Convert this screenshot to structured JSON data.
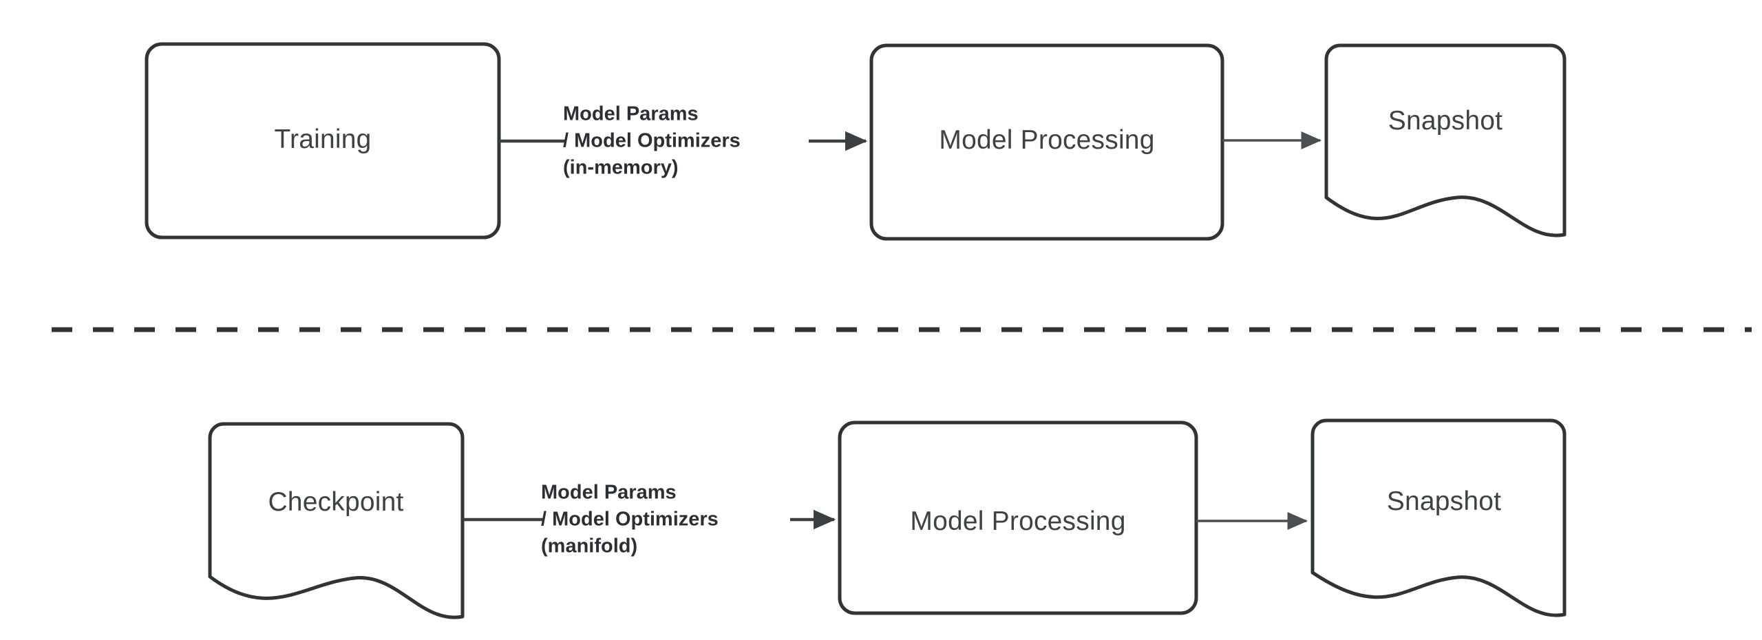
{
  "diagram": {
    "type": "flowchart",
    "background_color": "#ffffff",
    "stroke_color": "#2f3437",
    "text_color": "#3d4245",
    "label_text_color": "#2b2f33",
    "divider": {
      "name": "dashed-separator",
      "style": "dashed",
      "orientation": "horizontal"
    },
    "rows": [
      {
        "id": "in-memory-flow",
        "nodes": [
          {
            "id": "training",
            "label": "Training",
            "shape": "rounded-rectangle"
          },
          {
            "id": "model-processing-top",
            "label": "Model Processing",
            "shape": "rounded-rectangle"
          },
          {
            "id": "snapshot-top",
            "label": "Snapshot",
            "shape": "document"
          }
        ],
        "edges": [
          {
            "id": "training-to-processing",
            "from": "training",
            "to": "model-processing-top",
            "arrowhead": "filled-triangle",
            "label_lines": [
              "Model Params",
              "/ Model Optimizers",
              "(in-memory)"
            ]
          },
          {
            "id": "processing-to-snapshot-top",
            "from": "model-processing-top",
            "to": "snapshot-top",
            "arrowhead": "filled-triangle",
            "label_lines": []
          }
        ]
      },
      {
        "id": "manifold-flow",
        "nodes": [
          {
            "id": "checkpoint",
            "label": "Checkpoint",
            "shape": "document"
          },
          {
            "id": "model-processing-bottom",
            "label": "Model Processing",
            "shape": "rounded-rectangle"
          },
          {
            "id": "snapshot-bottom",
            "label": "Snapshot",
            "shape": "document"
          }
        ],
        "edges": [
          {
            "id": "checkpoint-to-processing",
            "from": "checkpoint",
            "to": "model-processing-bottom",
            "arrowhead": "filled-triangle",
            "label_lines": [
              "Model Params",
              "/ Model Optimizers",
              "(manifold)"
            ]
          },
          {
            "id": "processing-to-snapshot-bottom",
            "from": "model-processing-bottom",
            "to": "snapshot-bottom",
            "arrowhead": "filled-triangle",
            "label_lines": []
          }
        ]
      }
    ]
  }
}
